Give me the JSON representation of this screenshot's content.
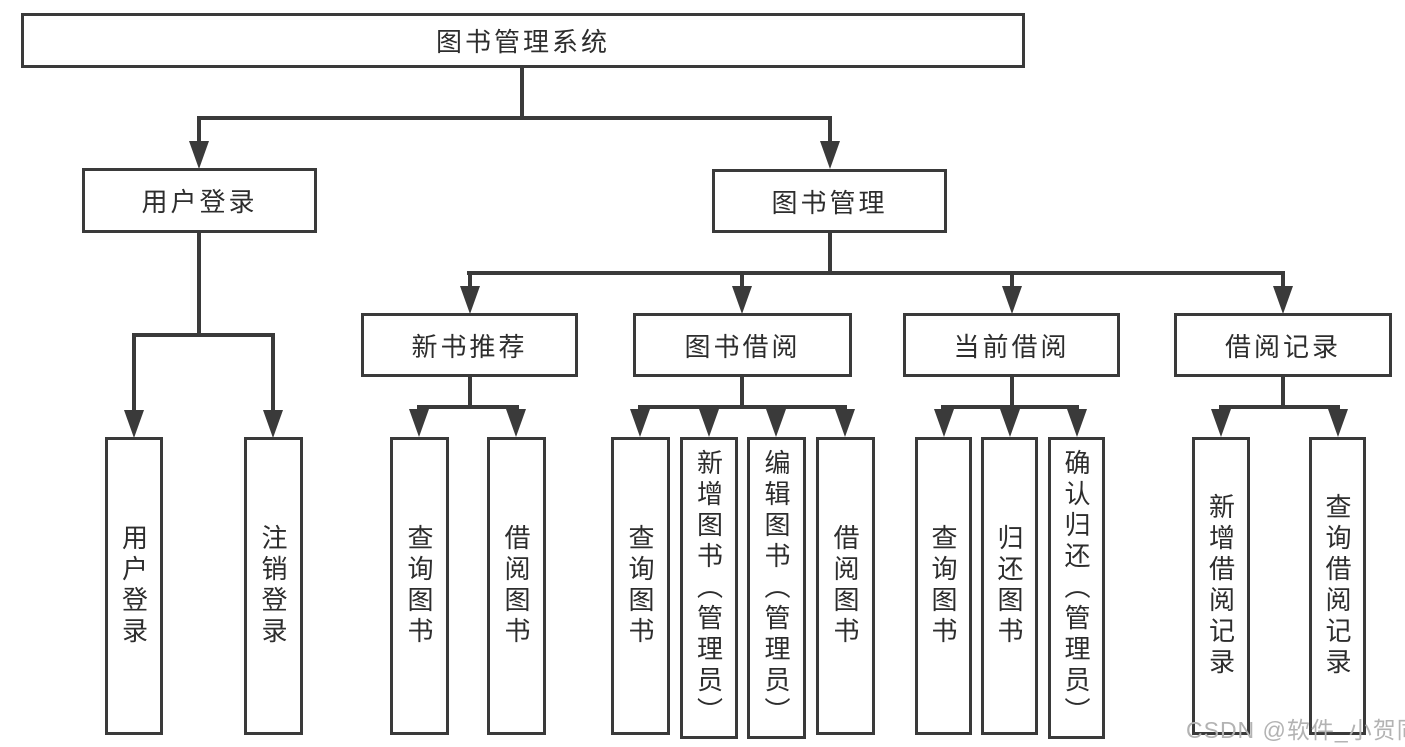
{
  "colors": {
    "line": "#3a3a3a",
    "text": "#2d2d2d",
    "watermark": "#b3b3b3",
    "background": "#ffffff"
  },
  "icons": {
    "arrow_down": "css-triangle-down"
  },
  "diagram": {
    "root": {
      "label": "图书管理系统"
    },
    "branches": {
      "user_login": {
        "label": "用户登录",
        "children": [
          {
            "label": "用户登录"
          },
          {
            "label": "注销登录"
          }
        ]
      },
      "book_management": {
        "label": "图书管理",
        "children": [
          {
            "label": "新书推荐",
            "children": [
              {
                "label": "查询图书"
              },
              {
                "label": "借阅图书"
              }
            ]
          },
          {
            "label": "图书借阅",
            "children": [
              {
                "label": "查询图书"
              },
              {
                "label": "新增图书（管理员）"
              },
              {
                "label": "编辑图书（管理员）"
              },
              {
                "label": "借阅图书"
              }
            ]
          },
          {
            "label": "当前借阅",
            "children": [
              {
                "label": "查询图书"
              },
              {
                "label": "归还图书"
              },
              {
                "label": "确认归还（管理员）"
              }
            ]
          },
          {
            "label": "借阅记录",
            "children": [
              {
                "label": "新增借阅记录"
              },
              {
                "label": "查询借阅记录"
              }
            ]
          }
        ]
      }
    }
  },
  "watermark": {
    "text": "CSDN @软件_小贺同学"
  }
}
